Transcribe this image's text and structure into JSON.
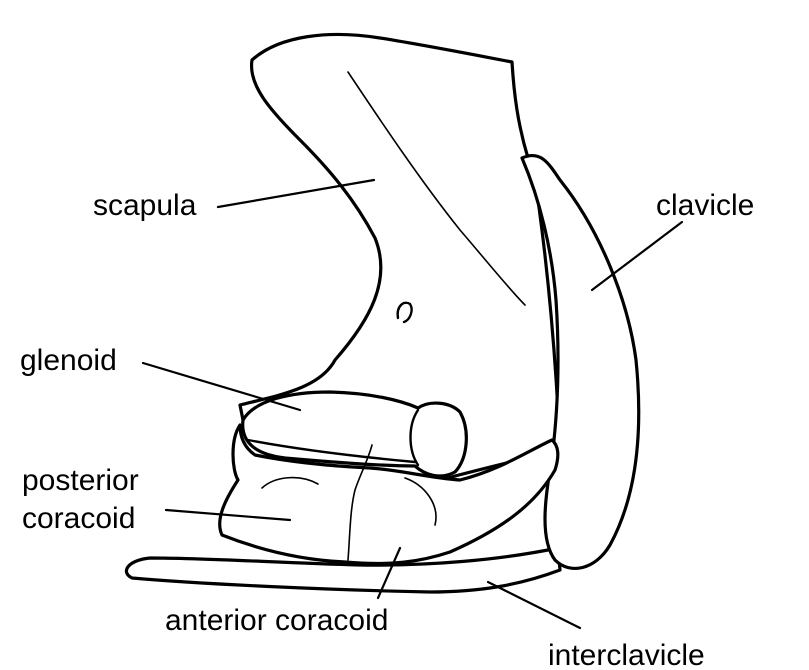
{
  "labels": {
    "scapula": "scapula",
    "clavicle": "clavicle",
    "glenoid": "glenoid",
    "posterior_line1": "posterior",
    "posterior_line2": "coracoid",
    "anterior": "anterior coracoid",
    "interclavicle": "interclavicle"
  },
  "colors": {
    "ink": "#000000",
    "paper": "#ffffff"
  }
}
